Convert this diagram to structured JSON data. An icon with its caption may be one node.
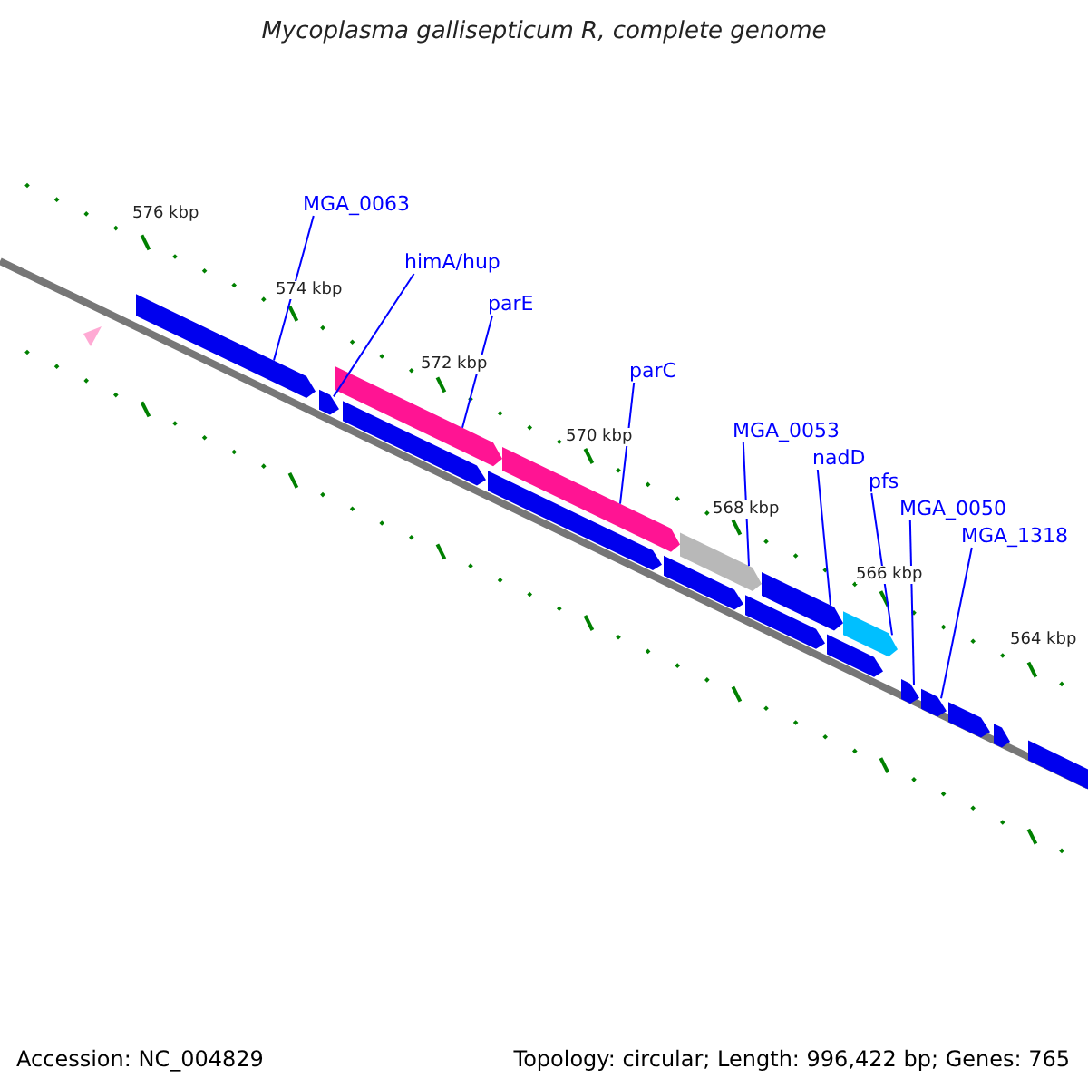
{
  "diagram": {
    "title": "Mycoplasma gallisepticum R, complete genome",
    "nodes": [
      {
        "text": [
          "MGA_0063"
        ]
      },
      {
        "text": [
          "himA/hup"
        ]
      },
      {
        "text": [
          "parE"
        ]
      },
      {
        "text": [
          "parC"
        ]
      },
      {
        "text": [
          "MGA_0053"
        ]
      },
      {
        "text": [
          "nadD"
        ]
      },
      {
        "text": [
          "pfs"
        ]
      },
      {
        "text": [
          "MGA_0050"
        ]
      },
      {
        "text": [
          "MGA_1318"
        ]
      },
      {
        "text": [],
        "shape": "bar"
      },
      {
        "text": [],
        "shape": "bar"
      },
      {
        "text": [],
        "shape": "bar"
      },
      {
        "text": [],
        "shape": "bar"
      },
      {
        "text": [],
        "shape": "bar"
      },
      {
        "text": [],
        "shape": "bar"
      },
      {
        "text": [],
        "shape": "bar"
      },
      {
        "text": [],
        "shape": "bar"
      },
      {
        "text": [],
        "shape": "bar"
      },
      {
        "text": [],
        "shape": "bar"
      },
      {
        "text": [],
        "shape": "bar"
      },
      {
        "text": [],
        "shape": "bar"
      },
      {
        "text": [],
        "shape": "bar"
      },
      {
        "text": [],
        "shape": "bar"
      },
      {
        "text": [],
        "shape": "bar"
      },
      {
        "text": [],
        "shape": "bar"
      },
      {
        "text": [],
        "shape": "bar"
      }
    ],
    "edges": [
      {
        "from": 0,
        "to": 9,
        "arrow": "none"
      },
      {
        "from": 1,
        "to": 10,
        "arrow": "none"
      },
      {
        "from": 2,
        "to": 11,
        "arrow": "none"
      },
      {
        "from": 3,
        "to": 14,
        "arrow": "none"
      },
      {
        "from": 4,
        "to": 16,
        "arrow": "none"
      },
      {
        "from": 5,
        "to": 18,
        "arrow": "none"
      },
      {
        "from": 6,
        "to": 20,
        "arrow": "none"
      },
      {
        "from": 7,
        "to": 21,
        "arrow": "none"
      },
      {
        "from": 8,
        "to": 22,
        "arrow": "none"
      }
    ],
    "labels": [
      "576 kbp",
      "574 kbp",
      "572 kbp",
      "570 kbp",
      "568 kbp",
      "566 kbp",
      "564 kbp",
      "Accession: NC_004829",
      "Topology: circular; Length: 996,422 bp; Genes: 765"
    ]
  }
}
